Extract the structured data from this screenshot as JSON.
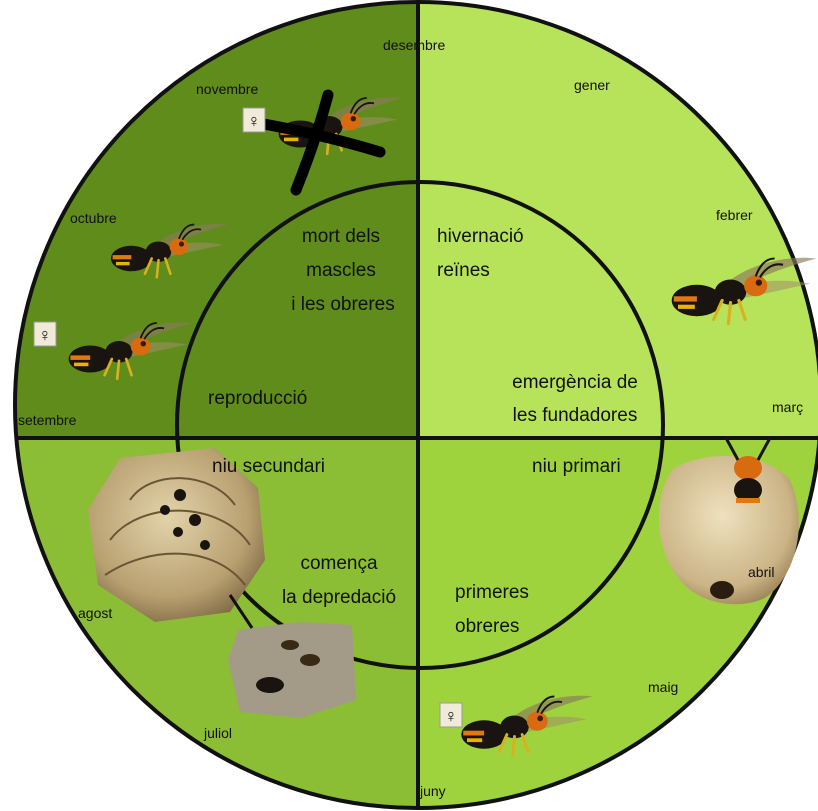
{
  "colors": {
    "q_top_left": "#5f8c1a",
    "q_top_right": "#b7e35a",
    "q_bottom_left": "#8bbd35",
    "q_bottom_right": "#9fd33d",
    "outline": "#111111",
    "nest": "#c9b07e",
    "hornet_body": "#1a1410",
    "hornet_orange": "#e07a10",
    "hornet_yellow": "#e8b400"
  },
  "months": {
    "desembre": "desembre",
    "gener": "gener",
    "febrer": "febrer",
    "marc": "març",
    "abril": "abril",
    "maig": "maig",
    "juny": "juny",
    "juliol": "juliol",
    "agost": "agost",
    "setembre": "setembre",
    "octubre": "octubre",
    "novembre": "novembre"
  },
  "phases": {
    "mort": [
      "mort dels",
      "mascles",
      "i les obreres"
    ],
    "hivernacio": [
      "hivernació",
      "reïnes"
    ],
    "emergencia": [
      "emergència de",
      "les fundadores"
    ],
    "reproduccio": [
      "reproducció"
    ],
    "niu_secundari": [
      "niu secundari"
    ],
    "niu_primari": [
      "niu primari"
    ],
    "depredacio": [
      "comença",
      "la depredació"
    ],
    "obreres": [
      "primeres",
      "obreres"
    ]
  },
  "symbols": {
    "female": "♀"
  },
  "icons": {
    "hornet": "hornet-icon",
    "nest": "nest-icon",
    "female": "female-symbol-icon"
  }
}
